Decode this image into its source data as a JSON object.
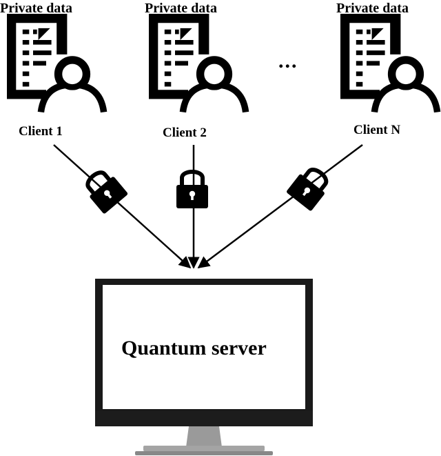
{
  "clients": [
    {
      "data_label": "Private data",
      "client_label": "Client 1"
    },
    {
      "data_label": "Private data",
      "client_label": "Client 2"
    },
    {
      "data_label": "Private data",
      "client_label": "Client N"
    }
  ],
  "ellipsis": "...",
  "server": {
    "label": "Quantum server"
  },
  "colors": {
    "ink": "#000000",
    "screen_bezel": "#1a1a1a",
    "stand": "#9a9a9a"
  },
  "icons": [
    "document-icon",
    "user-icon",
    "lock-icon",
    "monitor-icon"
  ]
}
